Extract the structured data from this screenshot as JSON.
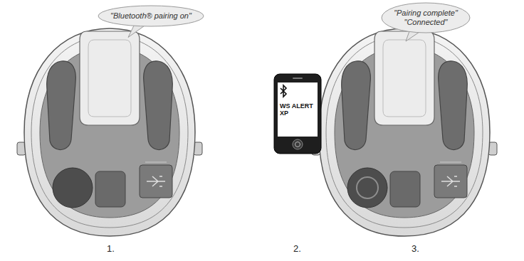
{
  "diagram": {
    "nodes": [
      {
        "text": [
          "\"Bluetooth® pairing on\""
        ]
      },
      {
        "text": [
          "WS ALERT XP"
        ]
      },
      {
        "text": [
          "\"Pairing complete\"",
          "\"Connected\""
        ]
      }
    ],
    "labels": [
      "1.",
      "2.",
      "3."
    ]
  }
}
